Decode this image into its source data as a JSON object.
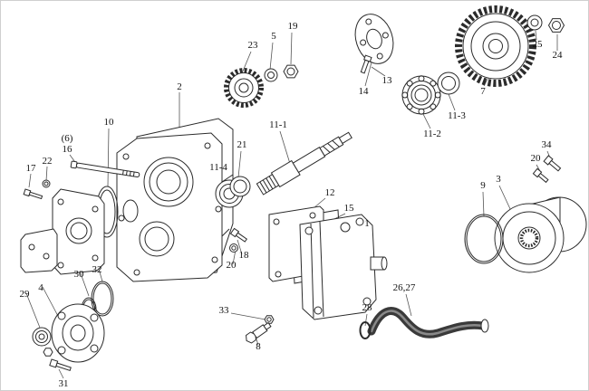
{
  "diagram": {
    "type": "exploded-parts-diagram",
    "background_color": "#ffffff",
    "line_color": "#2b2b2b",
    "gear_fill": "#d7d7d7",
    "motor_fill": "#c4c4c4",
    "hose_color": "#3a3a3a",
    "parts": [
      {
        "label": "23"
      },
      {
        "label": "5"
      },
      {
        "label": "19"
      },
      {
        "label": "14"
      },
      {
        "label": "13"
      },
      {
        "label": "7"
      },
      {
        "label": "25"
      },
      {
        "label": "24"
      },
      {
        "label": "11-3"
      },
      {
        "label": "11-2"
      },
      {
        "label": "11-1"
      },
      {
        "label": "2"
      },
      {
        "label": "10"
      },
      {
        "label": "(6)"
      },
      {
        "label": "16"
      },
      {
        "label": "17"
      },
      {
        "label": "22"
      },
      {
        "label": "21"
      },
      {
        "label": "11-4"
      },
      {
        "label": "12"
      },
      {
        "label": "15"
      },
      {
        "label": "1"
      },
      {
        "label": "34"
      },
      {
        "label": "20"
      },
      {
        "label": "3"
      },
      {
        "label": "9"
      },
      {
        "label": "18"
      },
      {
        "label": "20"
      },
      {
        "label": "30"
      },
      {
        "label": "32"
      },
      {
        "label": "4"
      },
      {
        "label": "29"
      },
      {
        "label": "33"
      },
      {
        "label": "8"
      },
      {
        "label": "26,27"
      },
      {
        "label": "28"
      },
      {
        "label": "31"
      }
    ]
  }
}
